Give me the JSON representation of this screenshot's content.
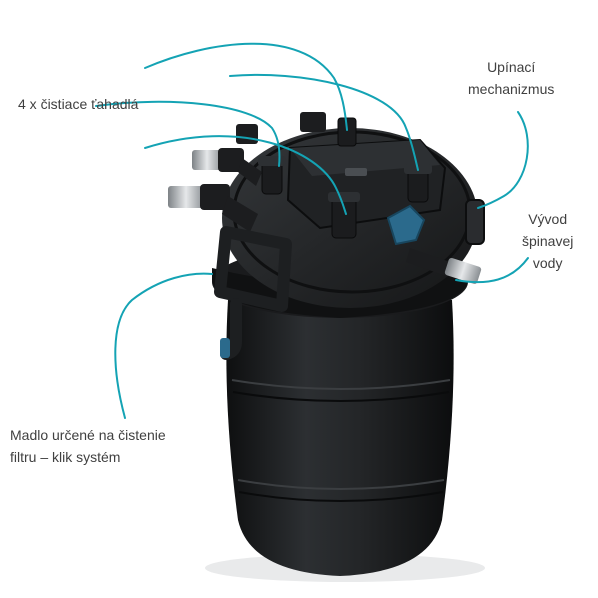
{
  "colors": {
    "callout_line": "#14a3b4",
    "body": "#222426",
    "body_highlight": "#3a3d40",
    "body_shadow": "#0e0f10",
    "valve_blue": "#2b6a8c",
    "text": "#404040"
  },
  "labels": {
    "cleaning_handles": "4 x čistiace ťahadlá",
    "clamp": {
      "line1": "Upínací",
      "line2": "mechanizmus"
    },
    "dirty_outlet": {
      "line1": "Vývod",
      "line2": "špinavej",
      "line3": "vody"
    },
    "cleaning_handle": {
      "line1": "Madlo určené na čistenie",
      "line2": "filtru – klik systém"
    }
  },
  "icons": [
    "pressure-filter-product-image"
  ]
}
